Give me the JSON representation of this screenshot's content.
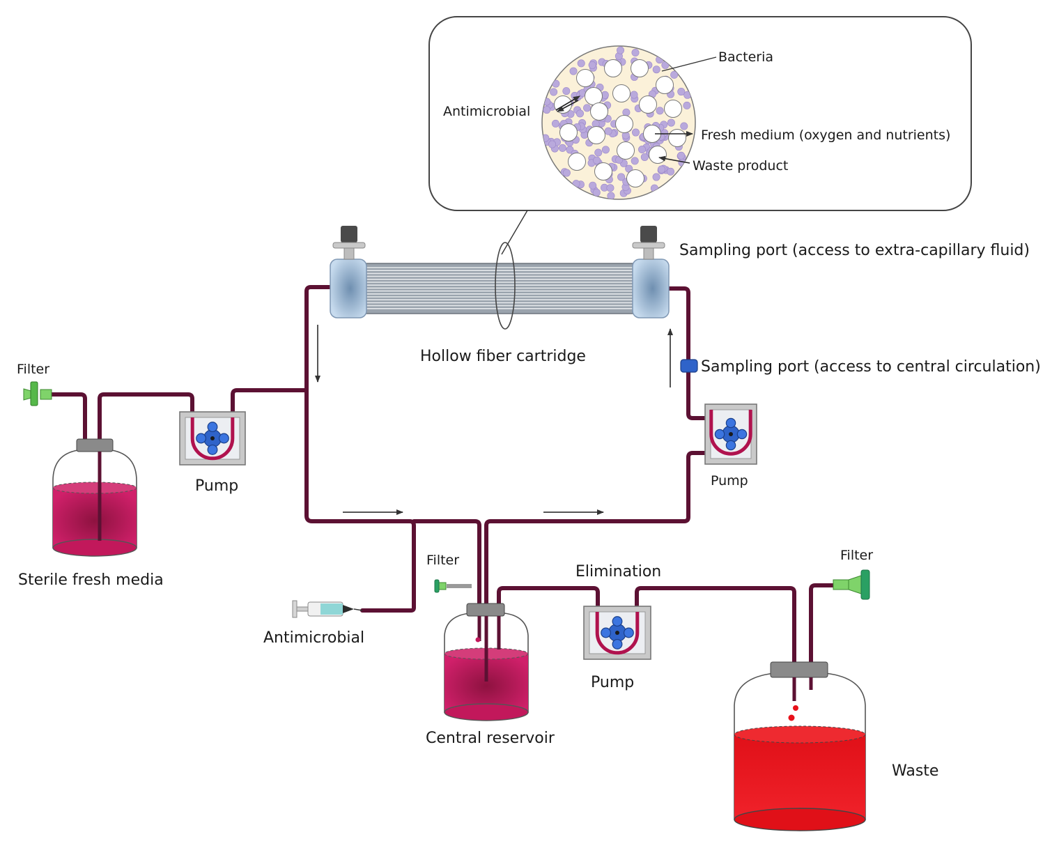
{
  "inset": {
    "labels": {
      "bacteria": "Bacteria",
      "antimicrobial": "Antimicrobial",
      "fresh_medium": "Fresh medium (oxygen and nutrients)",
      "waste_product": "Waste product"
    }
  },
  "cartridge": {
    "label": "Hollow fiber cartridge",
    "sampling_port_extra": "Sampling port (access to extra-capillary fluid)",
    "sampling_port_central": "Sampling port (access to central circulation)"
  },
  "components": {
    "filter_left": "Filter",
    "sterile_media": "Sterile fresh media",
    "pump_left": "Pump",
    "pump_right": "Pump",
    "antimicrobial_syringe": "Antimicrobial",
    "filter_center": "Filter",
    "central_reservoir": "Central reservoir",
    "elimination": "Elimination",
    "pump_bottom": "Pump",
    "filter_right": "Filter",
    "waste": "Waste"
  },
  "colors": {
    "tubing": "#5c1133",
    "media": "#c2185b",
    "waste_liquid": "#e8101a",
    "inset_fill": "#fbf1d9",
    "bacteria": "#b9a9dc",
    "cartridge": "#c7dbee",
    "pump_rotor": "#2f63c9",
    "filter": "#7fd36a"
  }
}
